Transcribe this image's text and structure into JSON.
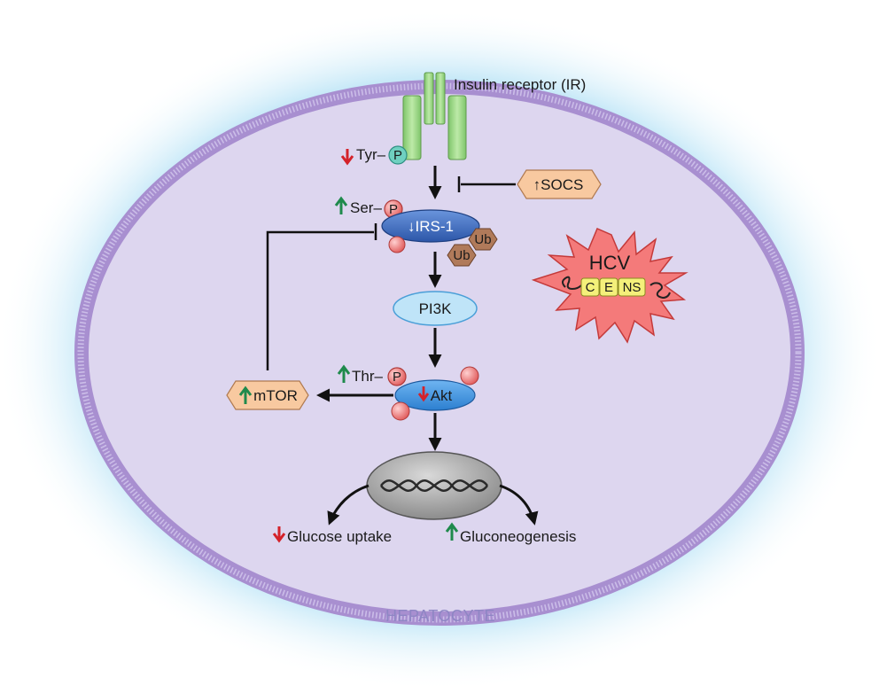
{
  "labels": {
    "receptor": "Insulin receptor (IR)",
    "tyr": "Tyr–",
    "ser": "Ser–",
    "thr": "Thr–",
    "p": "P",
    "socs": "↑SOCS",
    "irs1": "↓IRS-1",
    "ub": "Ub",
    "pi3k": "PI3K",
    "akt": "Akt",
    "mtor": "mTOR",
    "hcv": "HCV",
    "c": "C",
    "e": "E",
    "ns": "NS",
    "glucose_uptake": "Glucose uptake",
    "gluconeogenesis": "Gluconeogenesis",
    "cell": "HEPATOCYTE"
  },
  "colors": {
    "up_arrow": "#1f8a4c",
    "down_arrow": "#d4222a",
    "membrane": "#a88fd0",
    "cytoplasm": "#ddd6ef",
    "halo": "#8fd3f0",
    "receptor": "#9fd88a",
    "irs1": "#3d6fc4",
    "akt": "#3d8fe0",
    "pi3k": "#bfe4f8",
    "phospho": "#f08a8a",
    "phospho_tyr": "#6fd0c0",
    "ub": "#b07a5a",
    "hex": "#f8c9a0",
    "hcv": "#f47a7a",
    "hcv_gene": "#f4f07a",
    "nucleus": "#a9a9a9"
  }
}
